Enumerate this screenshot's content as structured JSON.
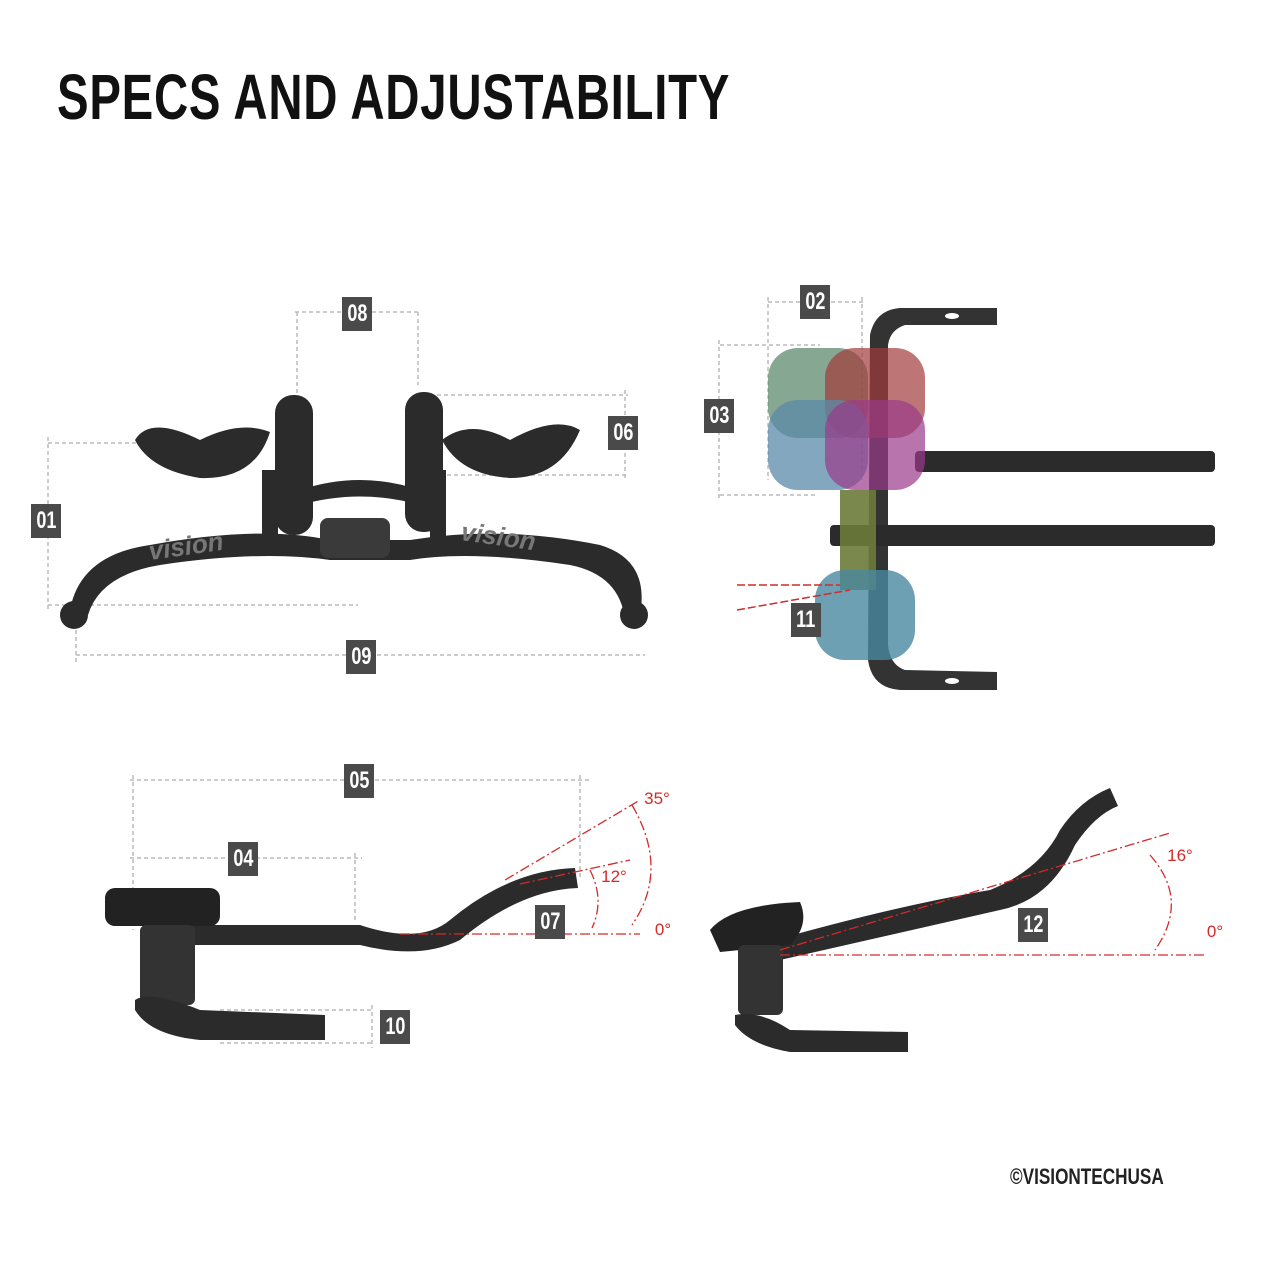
{
  "title": "SPECS AND ADJUSTABILITY",
  "labels": {
    "l01": "01",
    "l02": "02",
    "l03": "03",
    "l04": "04",
    "l05": "05",
    "l06": "06",
    "l07": "07",
    "l08": "08",
    "l09": "09",
    "l10": "10",
    "l11": "11",
    "l12": "12"
  },
  "angles": {
    "side_max": "35°",
    "side_mid": "12°",
    "side_zero": "0°",
    "right_max": "16°",
    "right_zero": "0°"
  },
  "brand_text": "vision",
  "copyright": "©VISIONTECHUSA",
  "colors": {
    "badge": "#4a4a4a",
    "angle_red": "#d42a2a",
    "carbon": "#2b2b2b"
  }
}
